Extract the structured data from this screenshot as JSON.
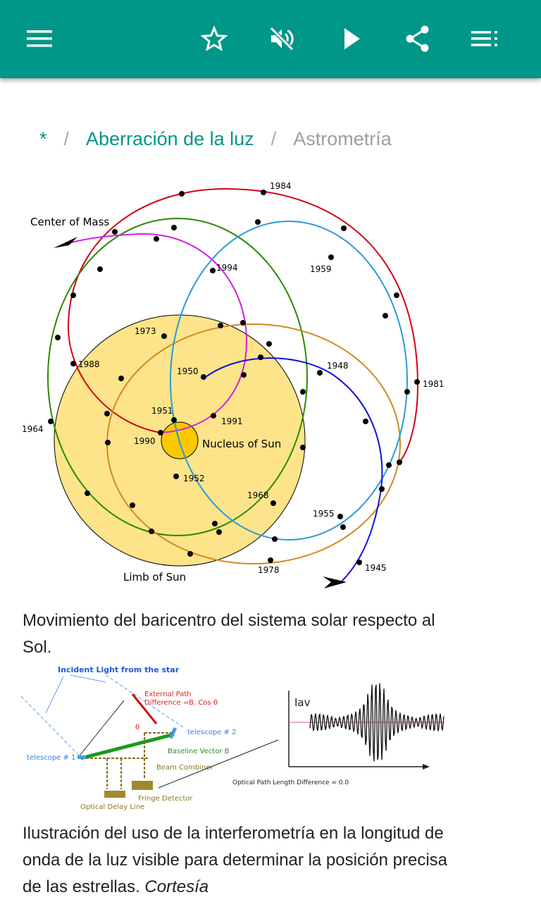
{
  "appbar": {
    "icons": [
      "menu-icon",
      "star-icon",
      "volume-off-icon",
      "play-icon",
      "share-icon",
      "playlist-icon"
    ],
    "color": "#009688"
  },
  "breadcrumb": {
    "home": "*",
    "separator": "/",
    "parent": "Aberración de la luz",
    "current": "Astrometría"
  },
  "figure1": {
    "labels": {
      "center_of_mass": "Center of Mass",
      "nucleus": "Nucleus of Sun",
      "limb": "Limb of Sun",
      "y1984": "1984",
      "y1994": "1994",
      "y1959": "1959",
      "y1973": "1973",
      "y1988": "1988",
      "y1950": "1950",
      "y1948": "1948",
      "y1981": "1981",
      "y1964": "1964",
      "y1951": "1951",
      "y1991": "1991",
      "y1990": "1990",
      "y1952": "1952",
      "y1968": "1968",
      "y1955": "1955",
      "y1978": "1978",
      "y1945": "1945"
    },
    "caption": "Movimiento del baricentro del sistema solar respecto al Sol."
  },
  "figure2": {
    "labels": {
      "incident": "Incident Light from the star",
      "external": "External Path",
      "external2": "Difference =B. Cos θ",
      "theta": "θ",
      "tel2": "telescope # 2",
      "tel1": "telescope # 1",
      "baseline": "Baseline Vector B",
      "combiner": "Beam Combiner",
      "fringe": "Fringe Detector",
      "delay": "Optical Delay  Line",
      "iav": "Iav",
      "opd": "Optical Path Length Difference = 0.0"
    },
    "caption_text": "Ilustración del uso de la interferometría en la longitud de onda de la luz visible para determinar la posición precisa de las estrellas. ",
    "caption_italic": "Cortesía"
  }
}
